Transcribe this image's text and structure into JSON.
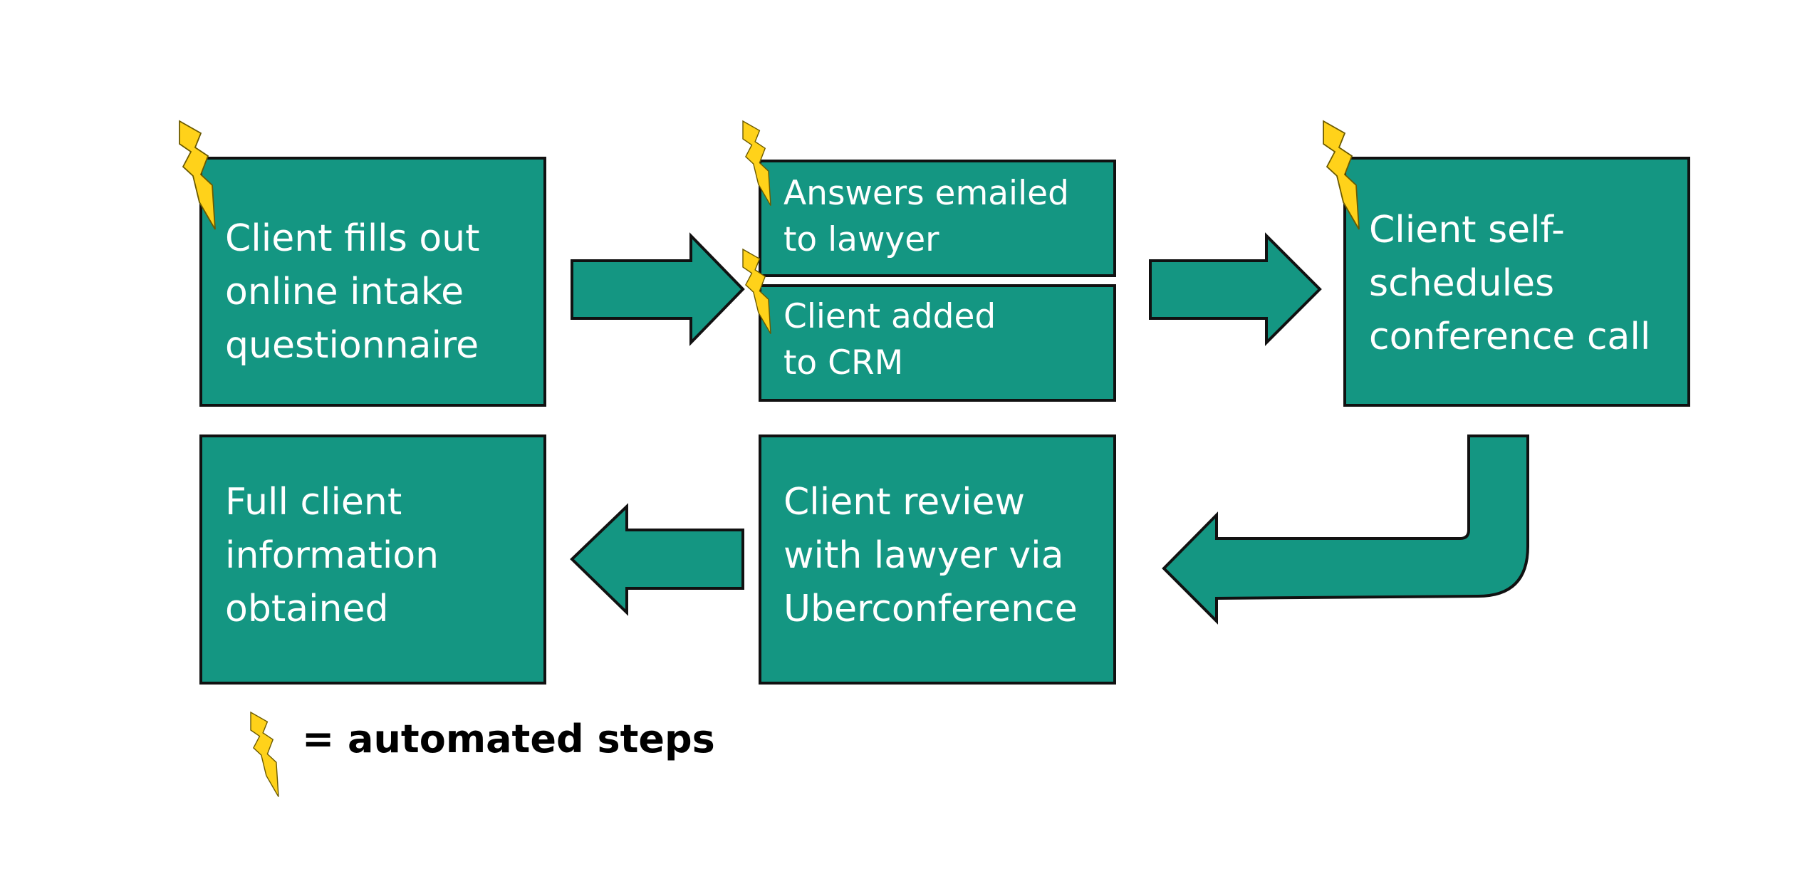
{
  "diagram": {
    "steps": {
      "intake": {
        "lines": [
          "Client fills out",
          "online intake",
          "questionnaire"
        ],
        "automated": true
      },
      "email": {
        "lines": [
          "Answers emailed",
          "to lawyer"
        ],
        "automated": true
      },
      "crm": {
        "lines": [
          "Client added",
          "to CRM"
        ],
        "automated": true
      },
      "schedule": {
        "lines": [
          "Client self-",
          "schedules",
          "conference call"
        ],
        "automated": true
      },
      "review": {
        "lines": [
          "Client review",
          "with lawyer via",
          "Uberconference"
        ],
        "automated": false
      },
      "info": {
        "lines": [
          "Full client",
          "information",
          "obtained"
        ],
        "automated": false
      }
    },
    "legend": {
      "text": "= automated steps",
      "icon": "lightning-bolt-icon"
    },
    "colors": {
      "box_fill": "#149682",
      "bolt_fill": "#ffd21a",
      "outline": "#111111"
    }
  }
}
